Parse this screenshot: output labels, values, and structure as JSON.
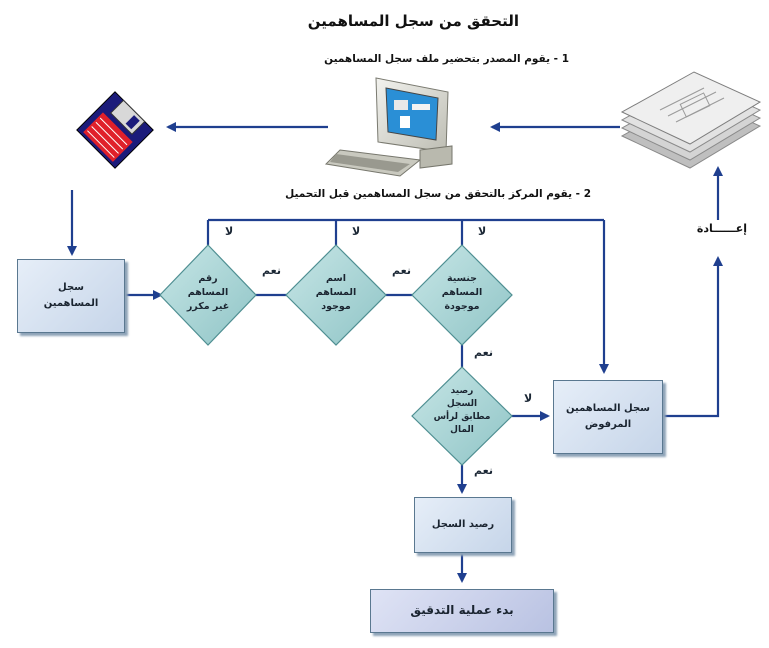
{
  "title": "التحقق من سجل المساهمين",
  "steps": {
    "step1": "1 - يقوم المصدر بتحضير ملف سجل المساهمين",
    "step2": "2 - يقوم المركز بالتحقق من سجل المساهمين قبل التحميل"
  },
  "nodes": {
    "register": "سجل\nالمساهمين",
    "rejected": "سجل المساهمين\nالمرفوض",
    "balance": "رصيد السجل",
    "start": "بدء عملية التدقيق",
    "return_label": "إعــــــادة"
  },
  "decisions": {
    "nationality": "جنسية\nالمساهم\nموجودة",
    "name": "اسم\nالمساهم\nموجود",
    "number": "رقم\nالمساهم\nغير مكرر",
    "balance_match": "رصيد\nالسجل\nمطابق لرأس\nالمال"
  },
  "labels": {
    "yes": "نعم",
    "no": "لا"
  },
  "icons": [
    "document-stack-icon",
    "computer-icon",
    "floppy-disk-icon"
  ],
  "colors": {
    "arrow": "#1f3f8f",
    "diamond": "#a4d2d3",
    "box": "#cfdcec"
  }
}
